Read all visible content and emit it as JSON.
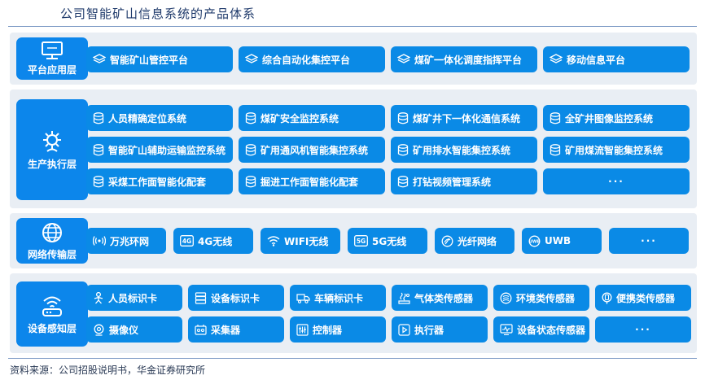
{
  "title": "公司智能矿山信息系统的产品体系",
  "source": "资料来源：公司招股说明书，华金证券研究所",
  "layers": {
    "platform": {
      "label": "平台应用层",
      "items": [
        "智能矿山管控平台",
        "综合自动化集控平台",
        "煤矿一体化调度指挥平台",
        "移动信息平台"
      ]
    },
    "production": {
      "label": "生产执行层",
      "items": [
        "人员精确定位系统",
        "煤矿安全监控系统",
        "煤矿井下一体化通信系统",
        "全矿井图像监控系统",
        "智能矿山辅助运输监控系统",
        "矿用通风机智能集控系统",
        "矿用排水智能集控系统",
        "矿用煤流智能集控系统",
        "采煤工作面智能化配套",
        "掘进工作面智能化配套",
        "打钻视频管理系统"
      ],
      "more": "···"
    },
    "network": {
      "label": "网络传输层",
      "items": [
        "万兆环网",
        "4G无线",
        "WIFI无线",
        "5G无线",
        "光纤网络",
        "UWB"
      ],
      "badges": {
        "4g": "4G",
        "5g": "5G",
        "uwb": "UWB"
      },
      "more": "···"
    },
    "device": {
      "label": "设备感知层",
      "items": [
        "人员标识卡",
        "设备标识卡",
        "车辆标识卡",
        "气体类传感器",
        "环境类传感器",
        "便携类传感器",
        "摄像仪",
        "采集器",
        "控制器",
        "执行器",
        "设备状态传感器"
      ],
      "more": "···"
    }
  },
  "colors": {
    "tile": "#0a8ae6",
    "label": "#0c86eb",
    "panel": "#e9eef4"
  }
}
